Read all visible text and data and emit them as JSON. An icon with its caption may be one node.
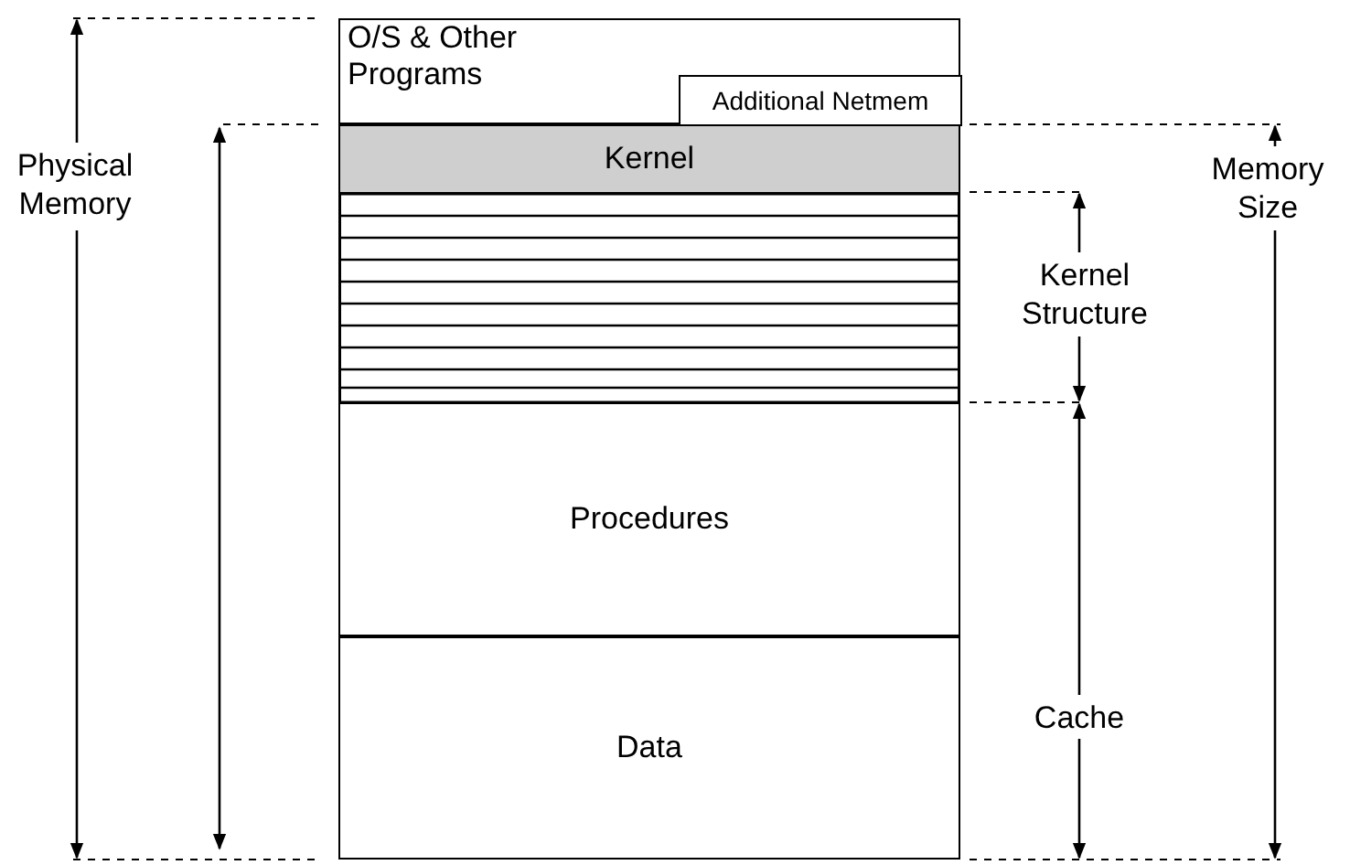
{
  "diagram": {
    "nodes": [
      {
        "text": [
          "O/S & Other Programs"
        ]
      },
      {
        "text": [
          "Additional Netmem"
        ],
        "in": 0
      },
      {
        "text": [
          "Kernel"
        ]
      },
      {
        "text": [
          "Procedures"
        ]
      },
      {
        "text": [
          "Data"
        ]
      }
    ],
    "edges": [],
    "labels": [
      "Physical Memory",
      "Memory Size",
      "Kernel Structure",
      "Cache"
    ]
  }
}
